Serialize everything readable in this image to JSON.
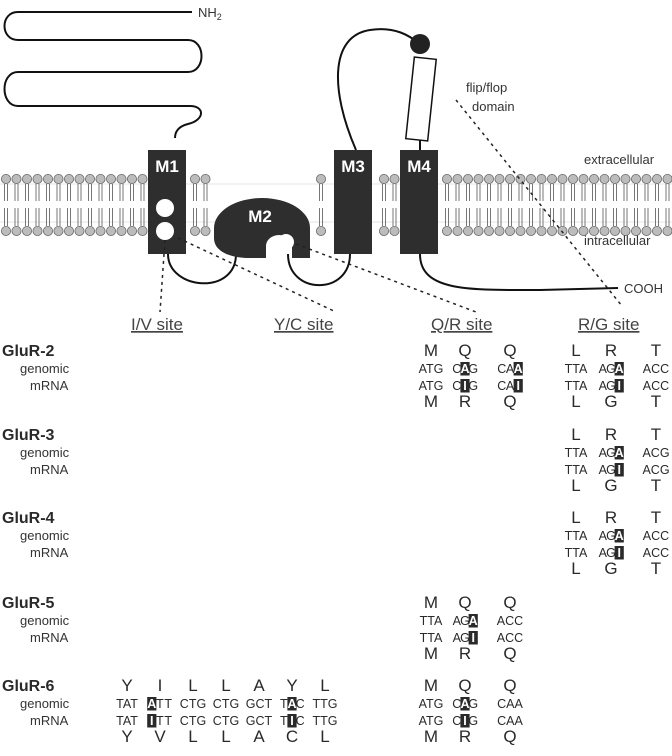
{
  "labels": {
    "nh2": "NH",
    "nh2_sub": "2",
    "cooh": "COOH",
    "extracellular": "extracellular",
    "intracellular": "intracellular",
    "flipflop_line1": "flip/flop",
    "flipflop_line2": "domain"
  },
  "segments": [
    "M1",
    "M2",
    "M3",
    "M4"
  ],
  "sites": [
    "I/V site",
    "Y/C site",
    "Q/R site",
    "R/G site"
  ],
  "row_labels": {
    "genomic": "genomic",
    "mrna": "mRNA"
  },
  "genes": [
    {
      "name": "GluR-2",
      "qr": {
        "aa_top": [
          "M",
          "Q",
          "Q"
        ],
        "genomic": [
          "ATG",
          "CAG",
          "CAA"
        ],
        "mrna": [
          "ATG",
          "CIG",
          "CAI"
        ],
        "aa_bottom": [
          "M",
          "R",
          "Q"
        ]
      },
      "rg": {
        "aa_top": [
          "L",
          "R",
          "T"
        ],
        "genomic": [
          "TTA",
          "AGA",
          "ACC"
        ],
        "mrna": [
          "TTA",
          "AGI",
          "ACC"
        ],
        "aa_bottom": [
          "L",
          "G",
          "T"
        ]
      }
    },
    {
      "name": "GluR-3",
      "rg": {
        "aa_top": [
          "L",
          "R",
          "T"
        ],
        "genomic": [
          "TTA",
          "AGA",
          "ACG"
        ],
        "mrna": [
          "TTA",
          "AGI",
          "ACG"
        ],
        "aa_bottom": [
          "L",
          "G",
          "T"
        ]
      }
    },
    {
      "name": "GluR-4",
      "rg": {
        "aa_top": [
          "L",
          "R",
          "T"
        ],
        "genomic": [
          "TTA",
          "AGA",
          "ACC"
        ],
        "mrna": [
          "TTA",
          "AGI",
          "ACC"
        ],
        "aa_bottom": [
          "L",
          "G",
          "T"
        ]
      }
    },
    {
      "name": "GluR-5",
      "qr": {
        "aa_top": [
          "M",
          "Q",
          "Q"
        ],
        "genomic": [
          "TTA",
          "AGA",
          "ACC"
        ],
        "mrna": [
          "TTA",
          "AGI",
          "ACC"
        ],
        "aa_bottom": [
          "M",
          "R",
          "Q"
        ]
      }
    },
    {
      "name": "GluR-6",
      "iv": {
        "aa_top": [
          "Y",
          "I",
          "L",
          "L",
          "A",
          "Y",
          "L"
        ],
        "genomic": [
          "TAT",
          "ATT",
          "CTG",
          "CTG",
          "GCT",
          "TAC",
          "TTG"
        ],
        "mrna": [
          "TAT",
          "ITT",
          "CTG",
          "CTG",
          "GCT",
          "TIC",
          "TTG"
        ],
        "aa_bottom": [
          "Y",
          "V",
          "L",
          "L",
          "A",
          "C",
          "L"
        ]
      },
      "qr": {
        "aa_top": [
          "M",
          "Q",
          "Q"
        ],
        "genomic": [
          "ATG",
          "CAG",
          "CAA"
        ],
        "mrna": [
          "ATG",
          "CIG",
          "CAA"
        ],
        "aa_bottom": [
          "M",
          "R",
          "Q"
        ]
      }
    }
  ]
}
